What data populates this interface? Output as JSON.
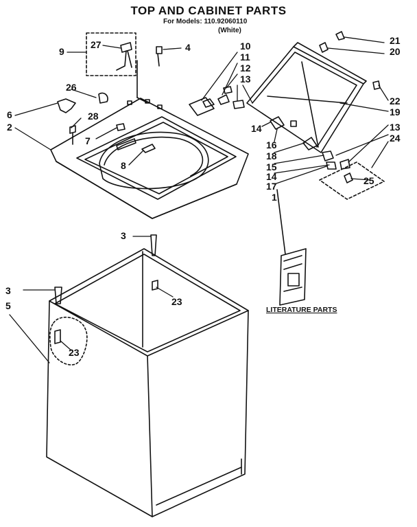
{
  "header": {
    "title": "TOP AND CABINET PARTS",
    "models": "For Models: 110.92060110",
    "color_note": "(White)"
  },
  "callouts": [
    "1",
    "2",
    "3",
    "3",
    "4",
    "5",
    "6",
    "7",
    "8",
    "9",
    "10",
    "11",
    "12",
    "13",
    "13",
    "14",
    "14",
    "15",
    "16",
    "17",
    "18",
    "19",
    "20",
    "21",
    "22",
    "23",
    "23",
    "24",
    "25",
    "26",
    "27",
    "28"
  ],
  "literature_label": "LITERATURE PARTS"
}
